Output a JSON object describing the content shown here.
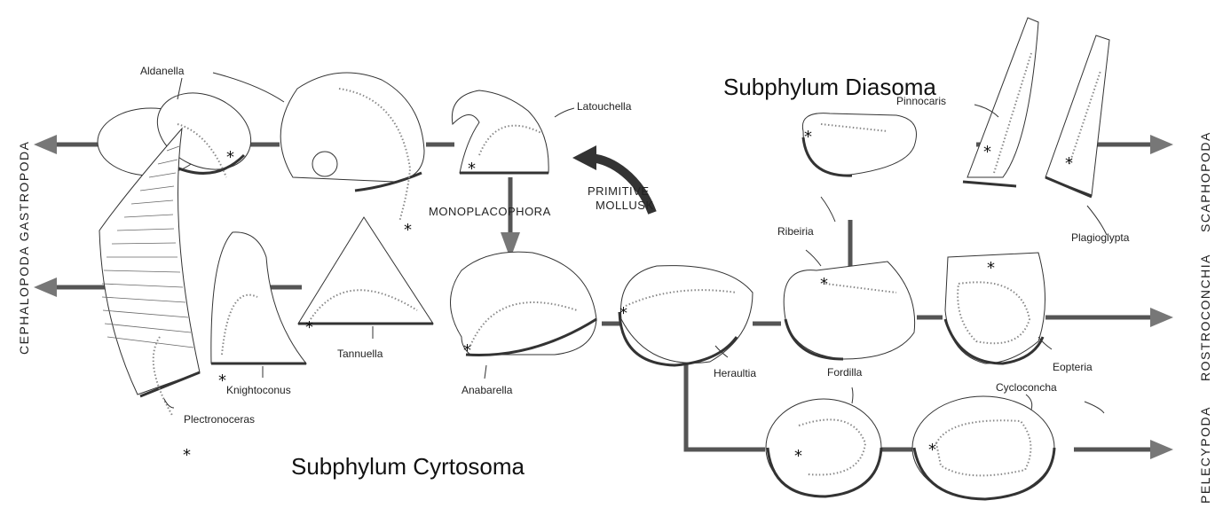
{
  "titles": {
    "diasoma": "Subphylum Diasoma",
    "cyrtosoma": "Subphylum Cyrtosoma"
  },
  "center_labels": {
    "monoplacophora": "MONOPLACOPHORA",
    "primitive": "PRIMITIVE",
    "mollusk": "MOLLUSK"
  },
  "side_labels": {
    "left": "CEPHALOPODA GASTROPODA",
    "scaphopoda": "SCAPHOPODA",
    "rostroconchia": "ROSTROCONCHIA",
    "pelecypoda": "PELECYPODA"
  },
  "taxa": {
    "aldanella": "Aldanella",
    "latouchella": "Latouchella",
    "pinnocaris": "Pinnocaris",
    "ribeiria": "Ribeiria",
    "plagioglypta": "Plagioglypta",
    "tannuella": "Tannuella",
    "knightoconus": "Knightoconus",
    "plectronoceras": "Plectronoceras",
    "anabarella": "Anabarella",
    "heraultia": "Heraultia",
    "fordilla": "Fordilla",
    "eopteria": "Eopteria",
    "cycloconcha": "Cycloconcha"
  },
  "markers": {
    "origin": "*"
  }
}
